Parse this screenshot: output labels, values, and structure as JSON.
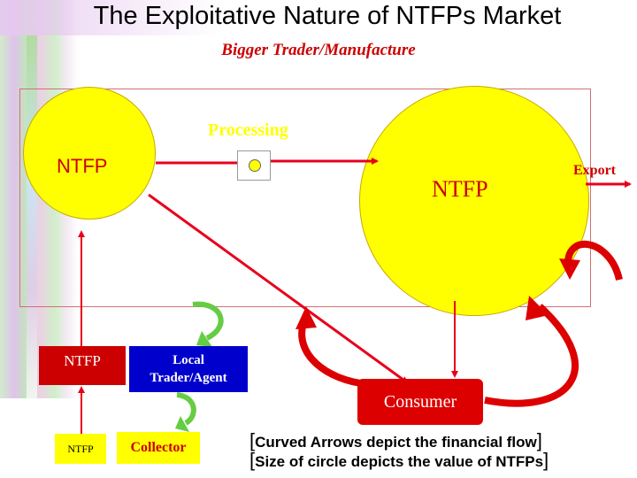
{
  "title": "The Exploitative Nature of NTFPs Market",
  "subtitle": "Bigger Trader/Manufacture",
  "nodes": {
    "ntfp_circle_small": "NTFP",
    "ntfp_circle_large": "NTFP",
    "processing": "Processing",
    "export": "Export",
    "ntfp_box_mid": "NTFP",
    "local_trader_line1": "Local",
    "local_trader_line2": "Trader/Agent",
    "consumer": "Consumer",
    "ntfp_box_small": "NTFP",
    "collector": "Collector"
  },
  "notes": {
    "line1_open": "[",
    "line1_text": "Curved Arrows depict the financial flow",
    "line1_close": "]",
    "line2_open": "[",
    "line2_text": "Size of circle depicts the value of NTFPs",
    "line2_close": "]"
  },
  "colors": {
    "circle_fill": "#ffff00",
    "flow_arrow": "#e8001c",
    "money_arrow_red": "#dd0000",
    "money_arrow_green": "#66cc44"
  }
}
